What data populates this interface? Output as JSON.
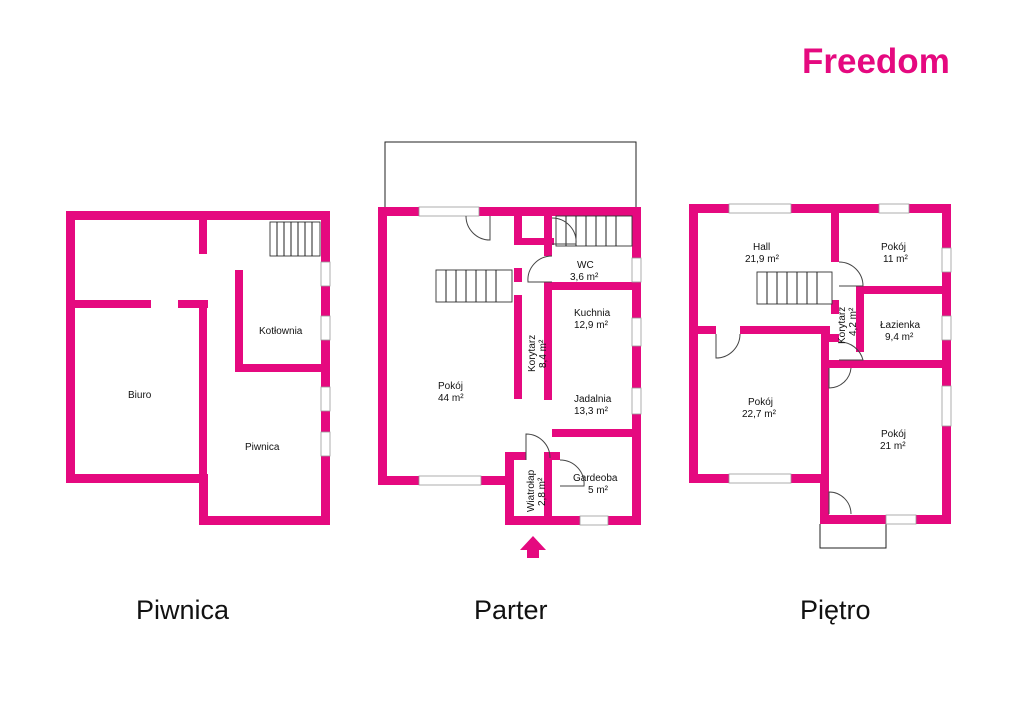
{
  "brand": {
    "logo_text": "Freedom",
    "accent_color": "#e5097f"
  },
  "floors": {
    "piwnica": {
      "title": "Piwnica",
      "rooms": {
        "biuro": "Biuro",
        "kotlownia": "Kotłownia",
        "piwnica": "Piwnica"
      }
    },
    "parter": {
      "title": "Parter",
      "rooms": {
        "pokoj": {
          "name": "Pokój",
          "area": "44 m²"
        },
        "korytarz": {
          "name": "Korytarz",
          "area": "8,4 m²"
        },
        "wc": {
          "name": "WC",
          "area": "3,6 m²"
        },
        "kuchnia": {
          "name": "Kuchnia",
          "area": "12,9 m²"
        },
        "jadalnia": {
          "name": "Jadalnia",
          "area": "13,3 m²"
        },
        "gardeoba": {
          "name": "Gardeoba",
          "area": "5 m²"
        },
        "wiatrolap": {
          "name": "Wiatrołap",
          "area": "2,8 m²"
        }
      }
    },
    "pietro": {
      "title": "Piętro",
      "rooms": {
        "hall": {
          "name": "Hall",
          "area": "21,9 m²"
        },
        "pokoj1": {
          "name": "Pokój",
          "area": "11 m²"
        },
        "korytarz": {
          "name": "Korytarz",
          "area": "4,2 m²"
        },
        "lazienka": {
          "name": "Łazienka",
          "area": "9,4 m²"
        },
        "pokoj2": {
          "name": "Pokój",
          "area": "22,7 m²"
        },
        "pokoj3": {
          "name": "Pokój",
          "area": "21 m²"
        }
      }
    }
  }
}
